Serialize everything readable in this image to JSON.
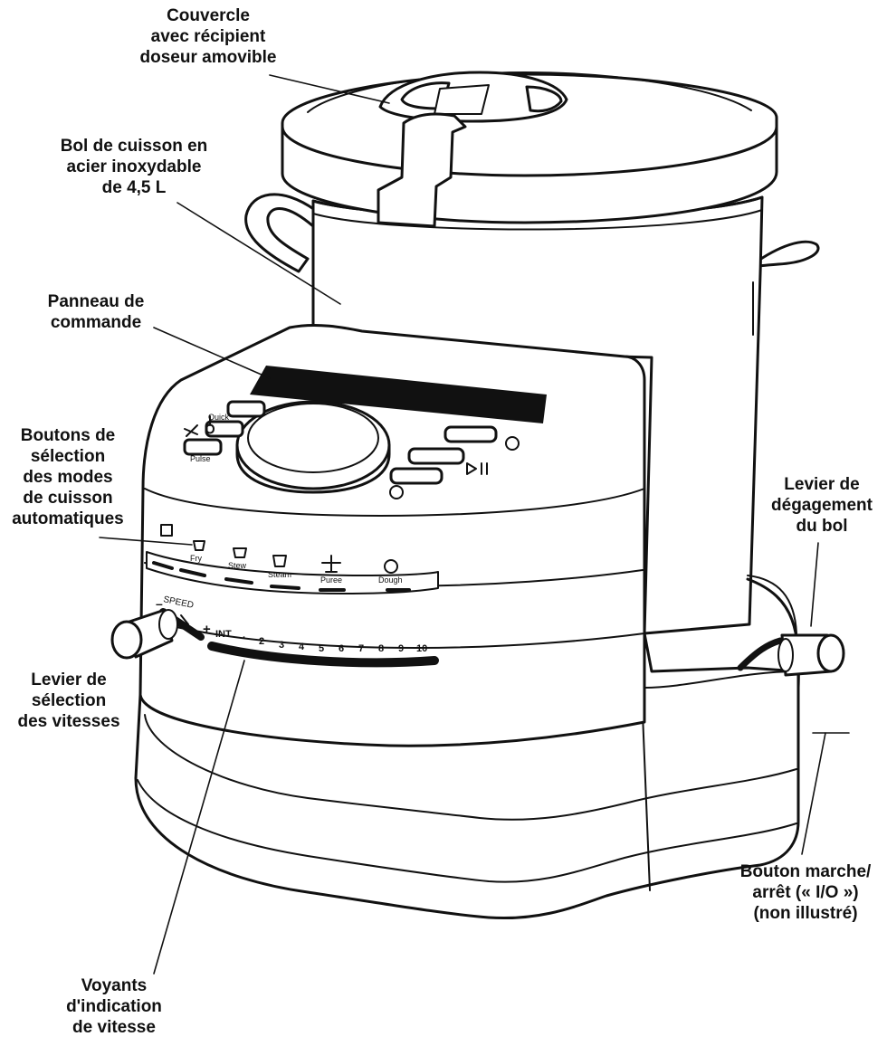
{
  "callouts": {
    "lid": "Couvercle\navec récipient\ndoseur amovible",
    "bowl": "Bol de cuisson en\nacier inoxydable\nde 4,5 L",
    "control_panel": "Panneau de\ncommande",
    "auto_modes": "Boutons de\nsélection\ndes modes\nde cuisson\nautomatiques",
    "release_lever": "Levier de\ndégagement\ndu bol",
    "speed_lever": "Levier de\nsélection\ndes vitesses",
    "power_button": "Bouton marche/\narrêt (« I/O »)\n(non illustré)",
    "speed_lights": "Voyants\nd'indication\nde vitesse"
  },
  "panel": {
    "quick_label": "Quick",
    "pulse_label": "Pulse",
    "modes": [
      "Fry",
      "Stew",
      "Steam",
      "Puree",
      "Dough"
    ],
    "speed_word": "SPEED",
    "minus": "–",
    "plus": "+",
    "speed_scale": [
      "INT",
      "·",
      "2",
      "3",
      "4",
      "5",
      "6",
      "7",
      "8",
      "9",
      "10"
    ]
  },
  "colors": {
    "line": "#111111",
    "background": "#ffffff"
  }
}
